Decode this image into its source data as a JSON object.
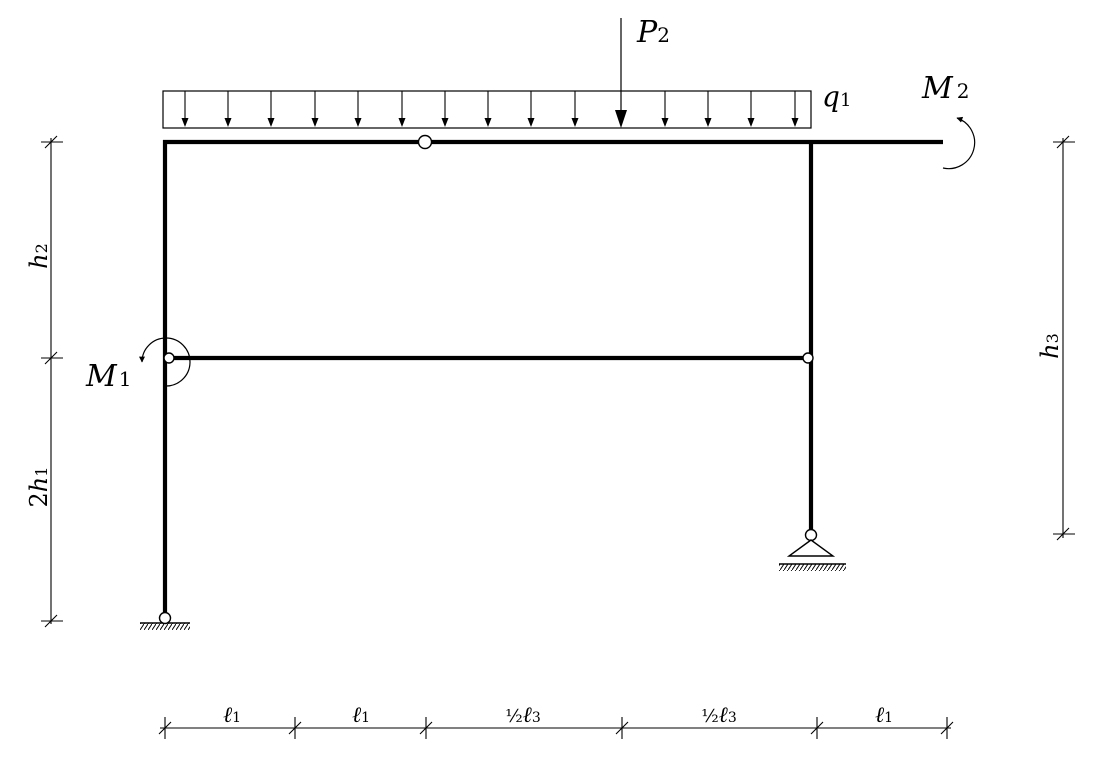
{
  "loads": {
    "P2": {
      "sym": "P",
      "sub": "2"
    },
    "q1": {
      "sym": "q",
      "sub": "1"
    },
    "M2": {
      "sym": "M",
      "sub": "2"
    },
    "M1": {
      "sym": "M",
      "sub": "1"
    }
  },
  "dimensions": {
    "left": [
      {
        "sym": "h",
        "sub": "2",
        "pre": ""
      },
      {
        "sym": "h",
        "sub": "1",
        "pre": "2"
      }
    ],
    "right": [
      {
        "sym": "h",
        "sub": "3",
        "pre": ""
      }
    ],
    "bottom": [
      {
        "sym": "ℓ",
        "sub": "1",
        "frac": ""
      },
      {
        "sym": "ℓ",
        "sub": "1",
        "frac": ""
      },
      {
        "sym": "ℓ",
        "sub": "3",
        "frac": "½"
      },
      {
        "sym": "ℓ",
        "sub": "3",
        "frac": "½"
      },
      {
        "sym": "ℓ",
        "sub": "1",
        "frac": ""
      }
    ]
  }
}
